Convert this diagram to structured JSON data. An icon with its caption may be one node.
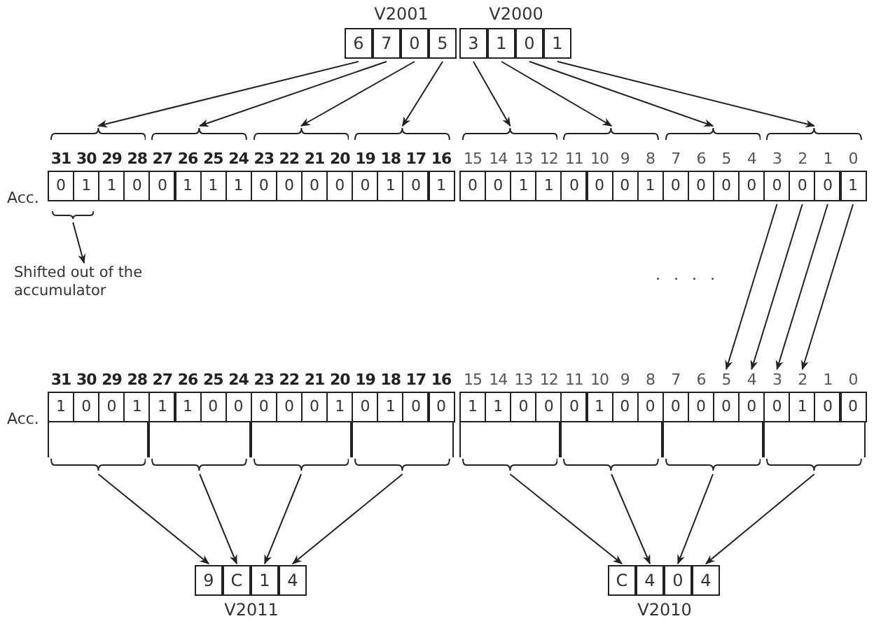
{
  "diagram": {
    "nodes": [
      {
        "text": [
          "V2001"
        ]
      },
      {
        "text": [
          "6"
        ],
        "in": 0
      },
      {
        "text": [
          "7"
        ],
        "in": 0
      },
      {
        "text": [
          "0"
        ],
        "in": 0
      },
      {
        "text": [
          "5"
        ],
        "in": 0
      },
      {
        "text": [
          "V2000"
        ]
      },
      {
        "text": [
          "3"
        ],
        "in": 5
      },
      {
        "text": [
          "1"
        ],
        "in": 5
      },
      {
        "text": [
          "0"
        ],
        "in": 5
      },
      {
        "text": [
          "1"
        ],
        "in": 5
      },
      {
        "text": [],
        "shape": "brace"
      },
      {
        "text": [],
        "shape": "brace"
      },
      {
        "text": [],
        "shape": "brace"
      },
      {
        "text": [],
        "shape": "brace"
      },
      {
        "text": [],
        "shape": "brace"
      },
      {
        "text": [],
        "shape": "brace"
      },
      {
        "text": [],
        "shape": "brace"
      },
      {
        "text": [],
        "shape": "brace"
      },
      {
        "text": [
          "31",
          "0"
        ]
      },
      {
        "text": [
          "30",
          "1"
        ]
      },
      {
        "text": [
          "29",
          "1"
        ]
      },
      {
        "text": [
          "28",
          "0"
        ]
      },
      {
        "text": [
          "27",
          "0"
        ]
      },
      {
        "text": [
          "26",
          "1"
        ]
      },
      {
        "text": [
          "25",
          "1"
        ]
      },
      {
        "text": [
          "24",
          "1"
        ]
      },
      {
        "text": [
          "23",
          "0"
        ]
      },
      {
        "text": [
          "22",
          "0"
        ]
      },
      {
        "text": [
          "21",
          "0"
        ]
      },
      {
        "text": [
          "20",
          "0"
        ]
      },
      {
        "text": [
          "19",
          "0"
        ]
      },
      {
        "text": [
          "18",
          "1"
        ]
      },
      {
        "text": [
          "17",
          "0"
        ]
      },
      {
        "text": [
          "16",
          "1"
        ]
      },
      {
        "text": [
          "15",
          "0"
        ]
      },
      {
        "text": [
          "14",
          "0"
        ]
      },
      {
        "text": [
          "13",
          "1"
        ]
      },
      {
        "text": [
          "12",
          "1"
        ]
      },
      {
        "text": [
          "11",
          "0"
        ]
      },
      {
        "text": [
          "10",
          "0"
        ]
      },
      {
        "text": [
          "9",
          "0"
        ]
      },
      {
        "text": [
          "8",
          "1"
        ]
      },
      {
        "text": [
          "7",
          "0"
        ]
      },
      {
        "text": [
          "6",
          "0"
        ]
      },
      {
        "text": [
          "5",
          "0"
        ]
      },
      {
        "text": [
          "4",
          "0"
        ]
      },
      {
        "text": [
          "3",
          "0"
        ]
      },
      {
        "text": [
          "2",
          "0"
        ]
      },
      {
        "text": [
          "1",
          "0"
        ]
      },
      {
        "text": [
          "0",
          "1"
        ]
      },
      {
        "text": [],
        "shape": "brace"
      },
      {
        "text": [
          "Shifted out of the accumulator"
        ]
      },
      {
        "text": [
          "31",
          "1"
        ]
      },
      {
        "text": [
          "30",
          "0"
        ]
      },
      {
        "text": [
          "29",
          "0"
        ]
      },
      {
        "text": [
          "28",
          "1"
        ]
      },
      {
        "text": [
          "27",
          "1"
        ]
      },
      {
        "text": [
          "26",
          "1"
        ]
      },
      {
        "text": [
          "25",
          "0"
        ]
      },
      {
        "text": [
          "24",
          "0"
        ]
      },
      {
        "text": [
          "23",
          "0"
        ]
      },
      {
        "text": [
          "22",
          "0"
        ]
      },
      {
        "text": [
          "21",
          "0"
        ]
      },
      {
        "text": [
          "20",
          "1"
        ]
      },
      {
        "text": [
          "19",
          "0"
        ]
      },
      {
        "text": [
          "18",
          "1"
        ]
      },
      {
        "text": [
          "17",
          "0"
        ]
      },
      {
        "text": [
          "16",
          "0"
        ]
      },
      {
        "text": [
          "15",
          "1"
        ]
      },
      {
        "text": [
          "14",
          "1"
        ]
      },
      {
        "text": [
          "13",
          "0"
        ]
      },
      {
        "text": [
          "12",
          "0"
        ]
      },
      {
        "text": [
          "11",
          "0"
        ]
      },
      {
        "text": [
          "10",
          "1"
        ]
      },
      {
        "text": [
          "9",
          "0"
        ]
      },
      {
        "text": [
          "8",
          "0"
        ]
      },
      {
        "text": [
          "7",
          "0"
        ]
      },
      {
        "text": [
          "6",
          "0"
        ]
      },
      {
        "text": [
          "5",
          "0"
        ]
      },
      {
        "text": [
          "4",
          "0"
        ]
      },
      {
        "text": [
          "3",
          "0"
        ]
      },
      {
        "text": [
          "2",
          "1"
        ]
      },
      {
        "text": [
          "1",
          "0"
        ]
      },
      {
        "text": [
          "0",
          "0"
        ]
      },
      {
        "text": [],
        "shape": "box"
      },
      {
        "text": [],
        "shape": "box"
      },
      {
        "text": [],
        "shape": "box"
      },
      {
        "text": [],
        "shape": "box"
      },
      {
        "text": [],
        "shape": "box"
      },
      {
        "text": [],
        "shape": "box"
      },
      {
        "text": [],
        "shape": "box"
      },
      {
        "text": [],
        "shape": "box"
      },
      {
        "text": [],
        "shape": "brace"
      },
      {
        "text": [],
        "shape": "brace"
      },
      {
        "text": [],
        "shape": "brace"
      },
      {
        "text": [],
        "shape": "brace"
      },
      {
        "text": [],
        "shape": "brace"
      },
      {
        "text": [],
        "shape": "brace"
      },
      {
        "text": [],
        "shape": "brace"
      },
      {
        "text": [],
        "shape": "brace"
      },
      {
        "text": [
          "V2011"
        ]
      },
      {
        "text": [
          "9"
        ],
        "in": 100
      },
      {
        "text": [
          "C"
        ],
        "in": 100
      },
      {
        "text": [
          "1"
        ],
        "in": 100
      },
      {
        "text": [
          "4"
        ],
        "in": 100
      },
      {
        "text": [
          "V2010"
        ]
      },
      {
        "text": [
          "C"
        ],
        "in": 105
      },
      {
        "text": [
          "4"
        ],
        "in": 105
      },
      {
        "text": [
          "0"
        ],
        "in": 105
      },
      {
        "text": [
          "4"
        ],
        "in": 105
      }
    ],
    "edges": [
      {
        "from": 1,
        "to": 10,
        "arrow": "to"
      },
      {
        "from": 2,
        "to": 11,
        "arrow": "to"
      },
      {
        "from": 3,
        "to": 12,
        "arrow": "to"
      },
      {
        "from": 4,
        "to": 13,
        "arrow": "to"
      },
      {
        "from": 6,
        "to": 14,
        "arrow": "to"
      },
      {
        "from": 7,
        "to": 15,
        "arrow": "to"
      },
      {
        "from": 8,
        "to": 16,
        "arrow": "to"
      },
      {
        "from": 9,
        "to": 17,
        "arrow": "to"
      },
      {
        "from": 50,
        "to": 51,
        "arrow": "to"
      },
      {
        "from": 46,
        "to": 78,
        "arrow": "to"
      },
      {
        "from": 47,
        "to": 79,
        "arrow": "to"
      },
      {
        "from": 48,
        "to": 80,
        "arrow": "to"
      },
      {
        "from": 49,
        "to": 81,
        "arrow": "to"
      },
      {
        "from": 92,
        "to": 101,
        "arrow": "to"
      },
      {
        "from": 93,
        "to": 102,
        "arrow": "to"
      },
      {
        "from": 94,
        "to": 103,
        "arrow": "to"
      },
      {
        "from": 95,
        "to": 104,
        "arrow": "to"
      },
      {
        "from": 96,
        "to": 106,
        "arrow": "to"
      },
      {
        "from": 97,
        "to": 107,
        "arrow": "to"
      },
      {
        "from": 98,
        "to": 108,
        "arrow": "to"
      },
      {
        "from": 99,
        "to": 109,
        "arrow": "to"
      }
    ],
    "labels": [
      "Acc.",
      ". . . .",
      "Acc."
    ]
  }
}
